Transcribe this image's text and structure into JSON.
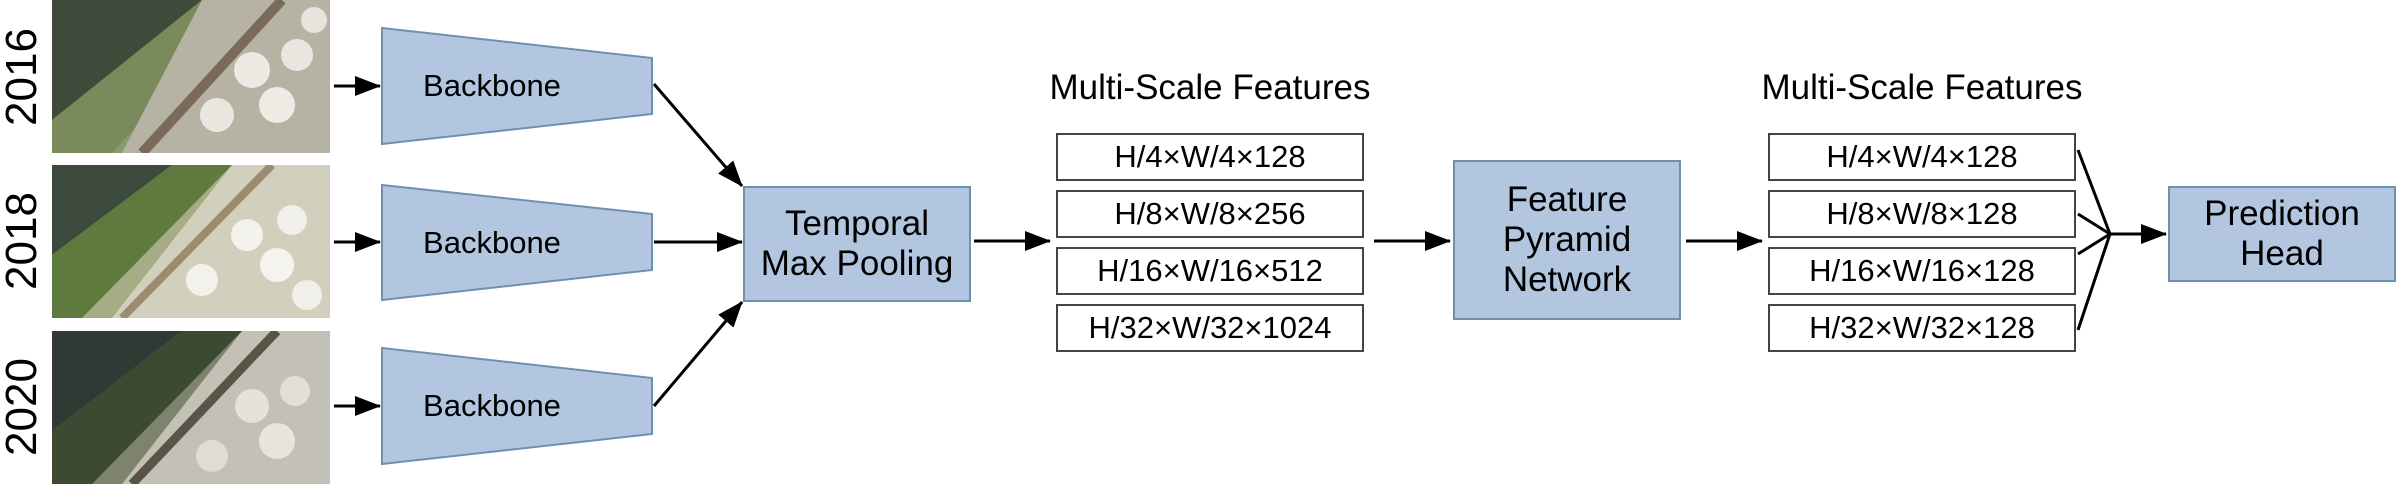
{
  "colors": {
    "box_fill": "#b3c6df",
    "box_stroke": "#6f8fb3",
    "arrow": "#000000"
  },
  "years": [
    "2016",
    "2018",
    "2020"
  ],
  "backbone": {
    "label": "Backbone"
  },
  "pooling": {
    "line1": "Temporal",
    "line2": "Max Pooling"
  },
  "features_left": {
    "title": "Multi-Scale Features",
    "items": [
      "H/4×W/4×128",
      "H/8×W/8×256",
      "H/16×W/16×512",
      "H/32×W/32×1024"
    ]
  },
  "fpn": {
    "line1": "Feature",
    "line2": "Pyramid",
    "line3": "Network"
  },
  "features_right": {
    "title": "Multi-Scale Features",
    "items": [
      "H/4×W/4×128",
      "H/8×W/8×128",
      "H/16×W/16×128",
      "H/32×W/32×128"
    ]
  },
  "head": {
    "line1": "Prediction",
    "line2": "Head"
  }
}
